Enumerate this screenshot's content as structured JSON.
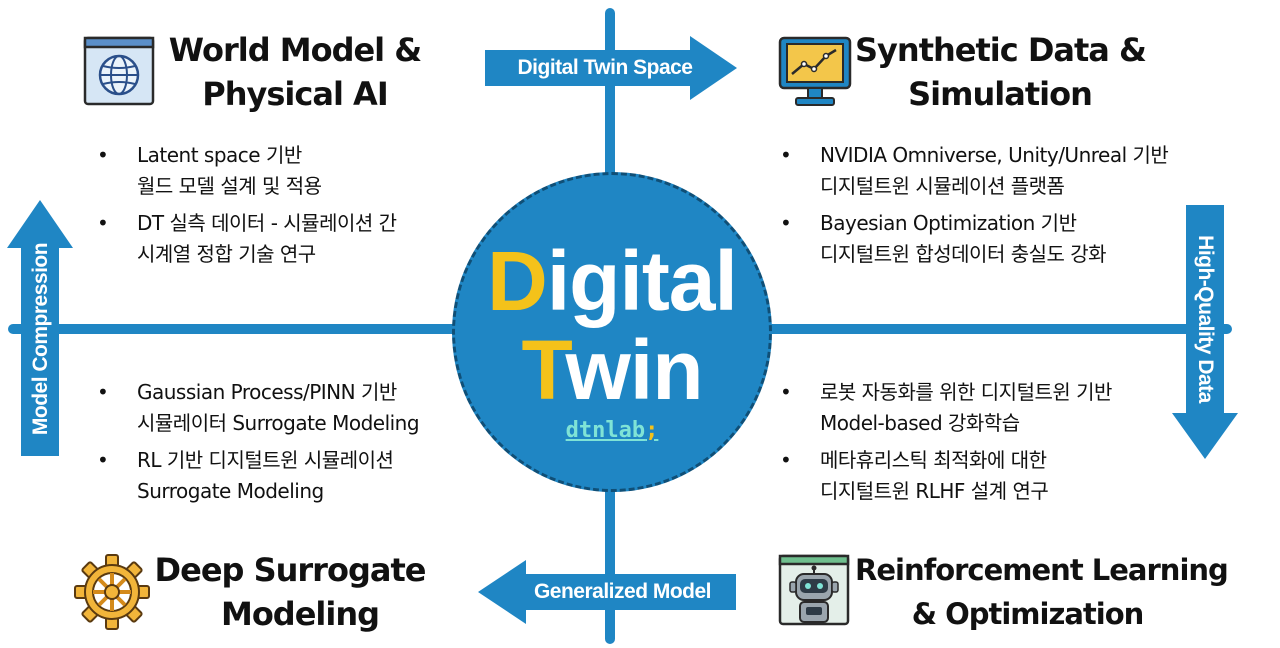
{
  "center": {
    "word1_accent": "D",
    "word1_rest": "igital",
    "word2_accent": "T",
    "word2_rest": "win",
    "logo_main": "dtnlab",
    "logo_semi": ";"
  },
  "arrows": {
    "top": "Digital Twin Space",
    "right": "High-Quality Data",
    "bottom": "Generalized Model",
    "left": "Model Compression"
  },
  "quadrants": {
    "top_left": {
      "icon": "globe-icon",
      "title": [
        "World Model &",
        "Physical AI"
      ],
      "bullets": [
        [
          "Latent space 기반",
          "월드 모델 설계 및 적용"
        ],
        [
          "DT 실측 데이터 - 시뮬레이션 간",
          "시계열 정합 기술 연구"
        ]
      ]
    },
    "top_right": {
      "icon": "monitor-chart-icon",
      "title": [
        "Synthetic Data &",
        "Simulation"
      ],
      "bullets": [
        [
          "NVIDIA Omniverse, Unity/Unreal 기반",
          "디지털트윈 시뮬레이션 플랫폼"
        ],
        [
          "Bayesian Optimization 기반",
          "디지털트윈 합성데이터 충실도 강화"
        ]
      ]
    },
    "bottom_left": {
      "icon": "gear-icon",
      "title": [
        "Deep Surrogate",
        "Modeling"
      ],
      "bullets": [
        [
          "Gaussian Process/PINN 기반",
          "시뮬레이터 Surrogate Modeling"
        ],
        [
          "RL 기반 디지털트윈 시뮬레이션",
          "Surrogate Modeling"
        ]
      ]
    },
    "bottom_right": {
      "icon": "robot-icon",
      "title": [
        "Reinforcement Learning",
        "& Optimization"
      ],
      "bullets": [
        [
          "로봇 자동화를 위한 디지털트윈 기반",
          "Model-based 강화학습"
        ],
        [
          "메타휴리스틱 최적화에 대한",
          "디지털트윈 RLHF 설계 연구"
        ]
      ]
    }
  },
  "colors": {
    "primary_blue": "#1f86c4",
    "accent_yellow": "#f4c21a",
    "logo_teal": "#7fe3d6"
  }
}
